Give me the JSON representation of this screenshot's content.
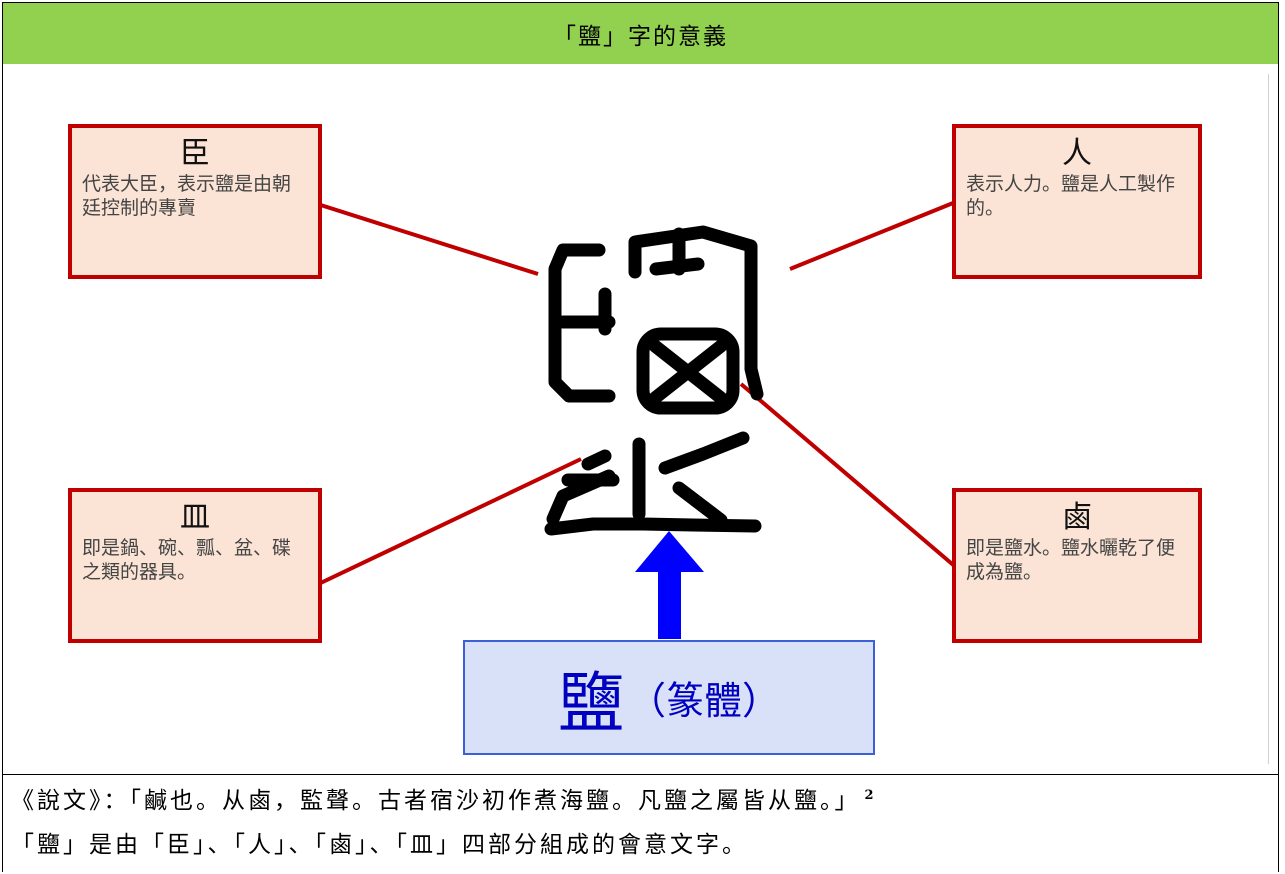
{
  "title": "「鹽」字的意義",
  "boxes": {
    "top_left": {
      "head": "臣",
      "desc": "代表大臣，表示鹽是由朝廷控制的專賣"
    },
    "top_right": {
      "head": "人",
      "desc": "表示人力。鹽是人工製作的。"
    },
    "bottom_left": {
      "head": "皿",
      "desc": "即是鍋、碗、瓢、盆、碟之類的器具。"
    },
    "bottom_right": {
      "head": "鹵",
      "desc": "即是鹽水。鹽水曬乾了便成為鹽。"
    }
  },
  "source_box": {
    "char": "鹽",
    "label": "（篆體）"
  },
  "text_lines": {
    "line1": "《說文》：「鹹也。从鹵，監聲。古者宿沙初作煮海鹽。凡鹽之屬皆从鹽。」",
    "footnote": "2",
    "line2": "「鹽」是由「臣」、「人」、「鹵」、「皿」四部分組成的會意文字。"
  },
  "colors": {
    "title_bg": "#92d050",
    "box_border": "#c00000",
    "box_bg": "#fbe4d5",
    "arrow": "#0000ff"
  }
}
